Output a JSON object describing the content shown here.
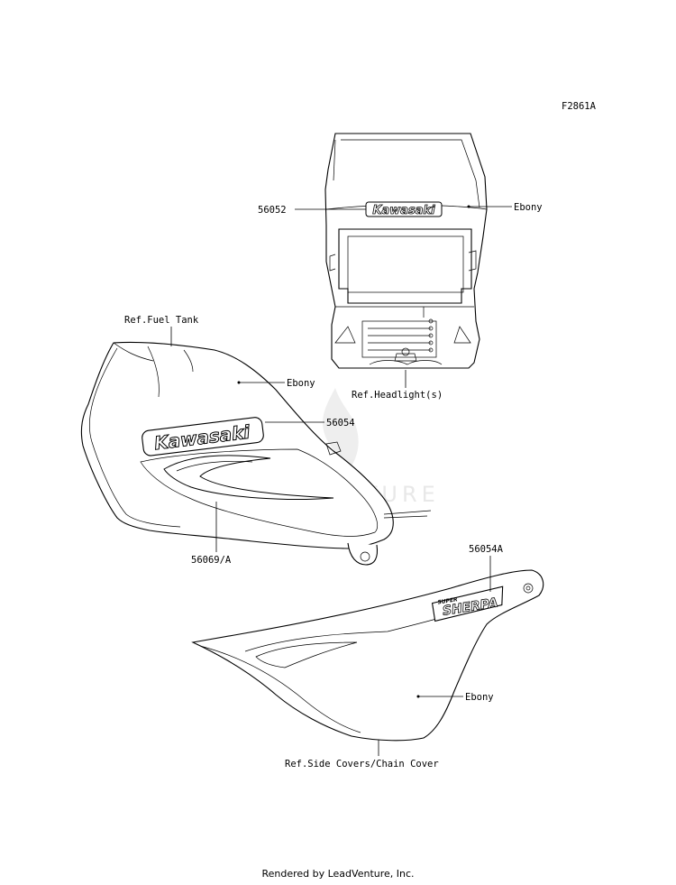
{
  "figure_code": "F2861A",
  "watermark": "LEADVENTURE",
  "footer": "Rendered by LeadVenture, Inc.",
  "headlight_cover": {
    "part_number": "56052",
    "color_label": "Ebony",
    "ref_label": "Ref.Headlight(s)",
    "logo_text": "Kawasaki"
  },
  "fuel_tank": {
    "ref_label": "Ref.Fuel Tank",
    "color_label": "Ebony",
    "logo_part_number": "56054",
    "stripe_part_number": "56069/A",
    "logo_text": "Kawasaki"
  },
  "side_cover": {
    "part_number": "56054A",
    "color_label": "Ebony",
    "ref_label": "Ref.Side Covers/Chain Cover",
    "emblem_top": "SUPER",
    "emblem_main": "SHERPA"
  }
}
